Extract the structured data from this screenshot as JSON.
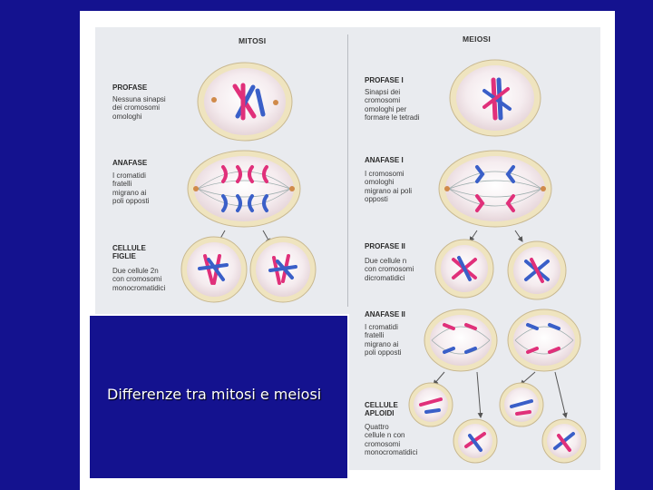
{
  "headers": {
    "mitosis": "MITOSI",
    "meiosis": "MEIOSI"
  },
  "mitosis": {
    "prophase": {
      "title": "PROFASE",
      "desc": [
        "Nessuna sinapsi",
        "dei cromosomi",
        "omologhi"
      ]
    },
    "anaphase": {
      "title": "ANAFASE",
      "desc": [
        "I cromatidi",
        "fratelli",
        "migrano ai",
        "poli opposti"
      ]
    },
    "daughters": {
      "title": [
        "CELLULE",
        "FIGLIE"
      ],
      "desc": [
        "Due cellule 2n",
        "con cromosomi",
        "monocromatidici"
      ]
    }
  },
  "meiosis": {
    "prophase1": {
      "title": "PROFASE I",
      "desc": [
        "Sinapsi dei",
        "cromosomi",
        "omologhi per",
        "formare le tetradi"
      ]
    },
    "anaphase1": {
      "title": "ANAFASE I",
      "desc": [
        "I cromosomi",
        "omologhi",
        "migrano ai poli",
        "opposti"
      ]
    },
    "prophase2": {
      "title": "PROFASE II",
      "desc": [
        "Due cellule n",
        "con cromosomi",
        "dicromatidici"
      ]
    },
    "anaphase2": {
      "title": "ANAFASE II",
      "desc": [
        "I cromatidi",
        "fratelli",
        "migrano ai",
        "poli opposti"
      ]
    },
    "haploid": {
      "title": [
        "CELLULE",
        "APLOIDI"
      ],
      "desc": [
        "Quattro",
        "cellule n con",
        "cromosomi",
        "monocromatidici"
      ]
    }
  },
  "caption": "Differenze tra mitosi e meiosi",
  "colors": {
    "background": "#14128f",
    "pink": "#e0307a",
    "blue": "#3a5fc8",
    "cell": "#f3e7ea"
  }
}
